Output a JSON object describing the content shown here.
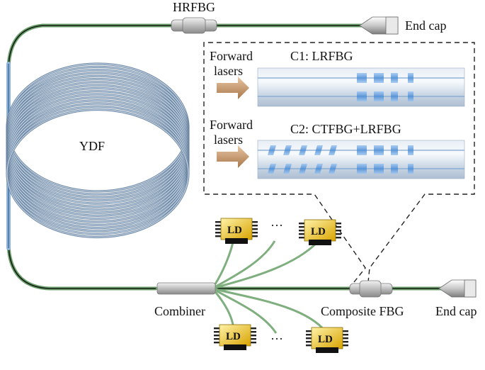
{
  "labels": {
    "hrfbg": "HRFBG",
    "end_cap_top": "End cap",
    "end_cap_bottom": "End cap",
    "ydf": "YDF",
    "combiner": "Combiner",
    "composite_fbg": "Composite FBG",
    "ellipsis": "···"
  },
  "inset": {
    "c1": {
      "title": "C1: LRFBG",
      "forward_line1": "Forward",
      "forward_line2": "lasers"
    },
    "c2": {
      "title": "C2: CTFBG+LRFBG",
      "forward_line1": "Forward",
      "forward_line2": "lasers"
    }
  },
  "pump_diode_label": "LD",
  "colors": {
    "fiber_coating": "#7fae7f",
    "fiber_core": "#1a2a1a",
    "coil": "#8fa9c4",
    "grating": "#4e8ed6",
    "arrow": "#c4956a",
    "ld_body": "#e6b800"
  }
}
